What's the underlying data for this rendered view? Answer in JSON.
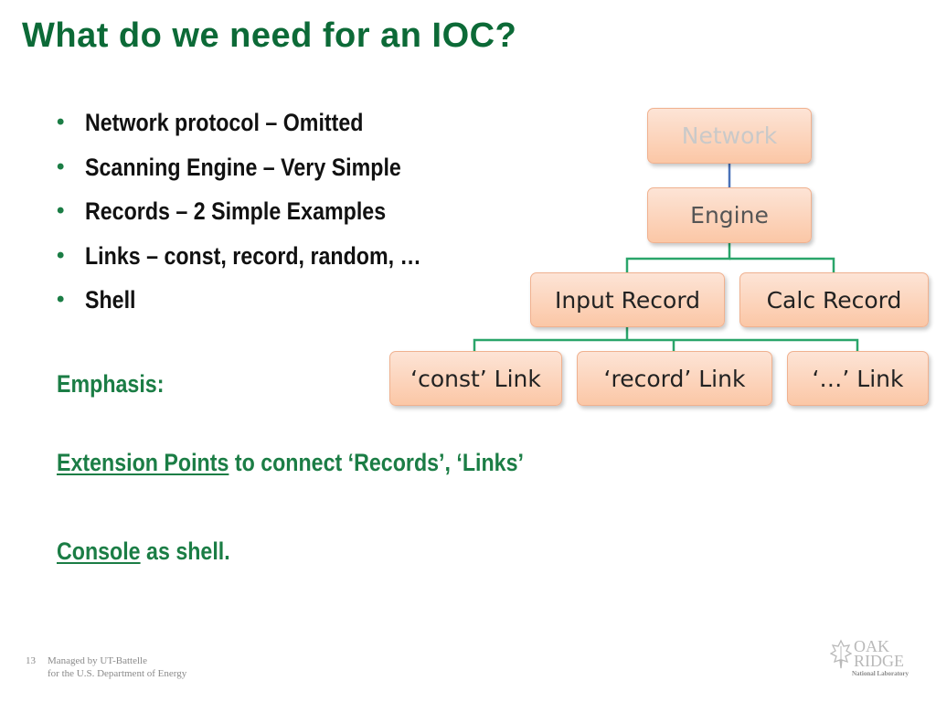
{
  "slide": {
    "title": "What do we need for an IOC?",
    "bullets": [
      "Network protocol – Omitted",
      "Scanning Engine – Very Simple",
      "Records – 2 Simple Examples",
      "Links – const, record, random, …",
      "Shell"
    ],
    "bullet_glyph": "•",
    "emphasis_label": "Emphasis:",
    "extension_line": {
      "link_text": "Extension Points",
      "rest": " to connect ‘Records’, ‘Links’"
    },
    "console_line": {
      "link_text": "Console",
      "rest": " as shell."
    }
  },
  "diagram": {
    "network": "Network",
    "engine": "Engine",
    "input_record": "Input Record",
    "calc_record": "Calc Record",
    "const_link": "‘const’ Link",
    "record_link": "‘record’ Link",
    "other_link": "‘…’ Link",
    "connector_color": "#2aa56a",
    "network_connector_color": "#4a72b8"
  },
  "footer": {
    "page_number": "13",
    "line1": "Managed by UT-Battelle",
    "line2": "for the U.S. Department of Energy"
  },
  "logo": {
    "line1": "OAK",
    "line2": "RIDGE",
    "line3": "National Laboratory"
  },
  "colors": {
    "title_green": "#0c6a37",
    "emphasis_green": "#1b7d45",
    "box_fill_top": "#fde4d6",
    "box_fill_bottom": "#fbc7a6",
    "box_border": "#f0b18f"
  }
}
